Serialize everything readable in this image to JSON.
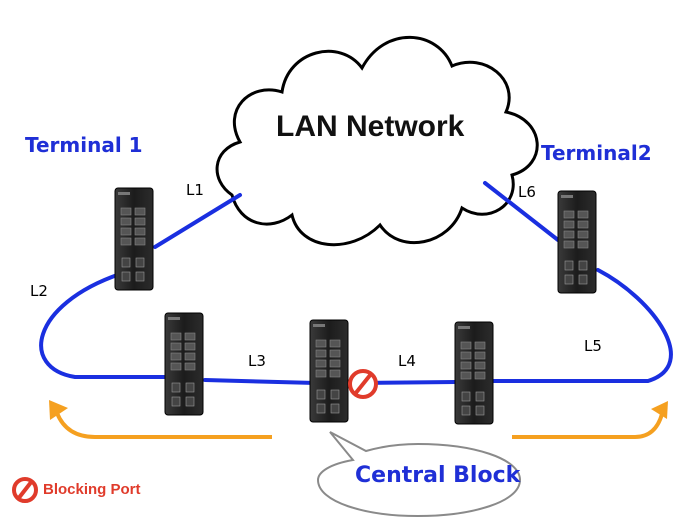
{
  "diagram": {
    "cloud_label": "LAN Network",
    "terminals": [
      "Terminal 1",
      "Terminal2"
    ],
    "links": [
      "L1",
      "L2",
      "L3",
      "L4",
      "L5",
      "L6"
    ],
    "callout_label": "Central Block",
    "legend_label": "Blocking Port",
    "colors": {
      "link": "#1a2fe0",
      "terminal_text": "#1f2fd6",
      "arrow": "#f5a020",
      "blocking": "#e03b2b",
      "callout_border": "#8a8a8a"
    },
    "switch_count": 5,
    "icons": [
      "switch-icon",
      "blocking-port-icon",
      "cloud-icon",
      "arrow-left-icon",
      "arrow-right-icon"
    ]
  }
}
